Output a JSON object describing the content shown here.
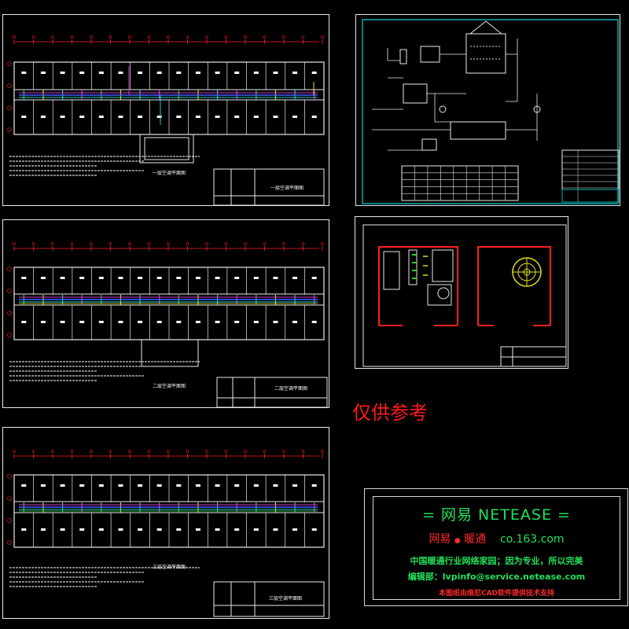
{
  "sheets": {
    "floor1_title": "一层空调平面图",
    "floor2_title": "二层空调平面图",
    "floor3_title": "三层空调平面图",
    "floor1_block_title": "一层空调平面图",
    "floor2_block_title": "二层空调平面图",
    "floor3_block_title": "三层空调平面图"
  },
  "watermark": "仅供参考",
  "banner": {
    "title": "= 网易  NETEASE =",
    "sub_left": "网易",
    "sub_dot": "●",
    "sub_mid": "暖通",
    "sub_right": "co.163.com",
    "slogan": "中国暖通行业网络家园；因为专业，所以完美",
    "email": "编辑部：lvpinfo@service.netease.com",
    "note": "本图纸由维尼CAD软件提供技术支持"
  },
  "colors": {
    "line": "#e8e8e8",
    "axis_red": "#ff2020",
    "pipe_blue": "#4060ff",
    "pipe_cyan": "#20d0d0",
    "pipe_magenta": "#d040d0",
    "pipe_yellow": "#e0e020",
    "pipe_green": "#30d030",
    "border_cyan": "#00b0b0",
    "green_text": "#22e05a",
    "red_text": "#ff2a2a"
  }
}
